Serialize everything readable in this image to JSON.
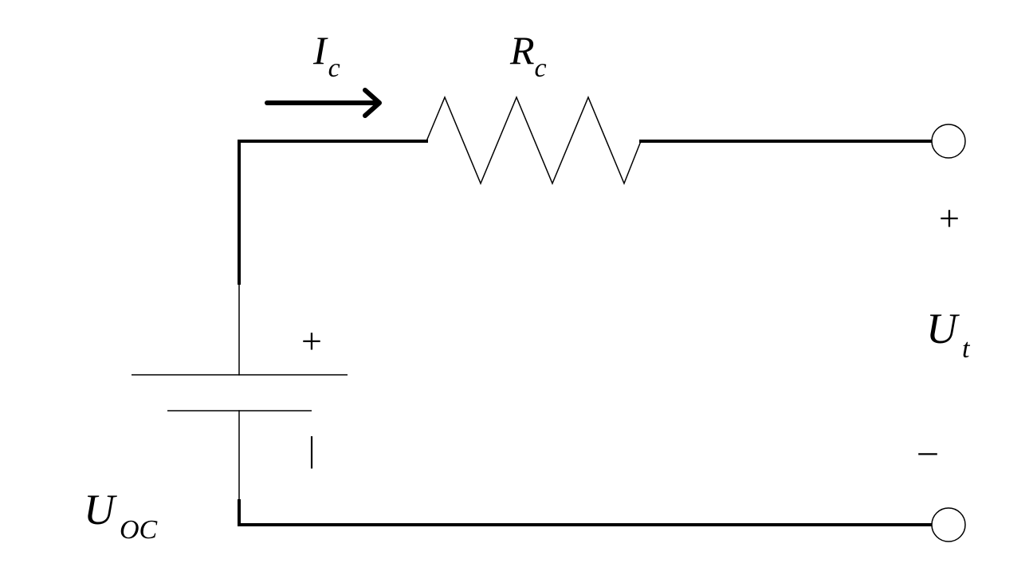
{
  "diagram": {
    "type": "circuit",
    "labels": {
      "current": {
        "main": "I",
        "sub": "c"
      },
      "resistor": {
        "main": "R",
        "sub": "c"
      },
      "source_voltage": {
        "main": "U",
        "sub": "OC"
      },
      "terminal_voltage": {
        "main": "U",
        "sub": "t"
      }
    },
    "signs": {
      "battery_plus": "+",
      "battery_minus": "|",
      "terminal_plus": "+",
      "terminal_minus": "–"
    },
    "components": [
      {
        "kind": "voltage-source",
        "label": "U_OC"
      },
      {
        "kind": "resistor",
        "label": "R_c"
      },
      {
        "kind": "terminal-pair",
        "label": "U_t"
      }
    ],
    "current_direction": "left-to-right",
    "colors": {
      "stroke": "#000000",
      "background": "#ffffff"
    }
  }
}
